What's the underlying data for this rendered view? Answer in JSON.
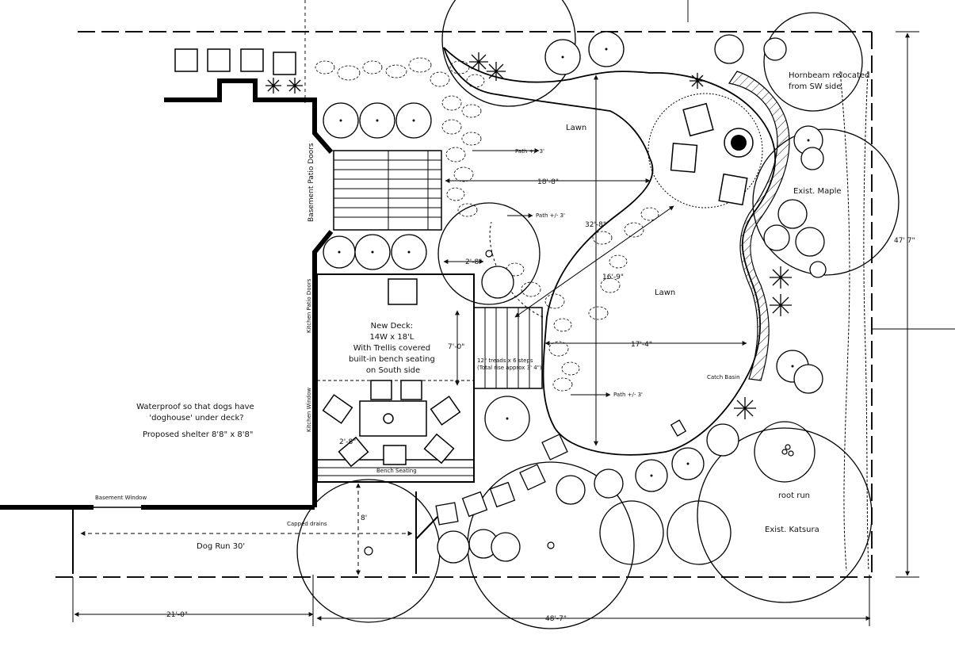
{
  "labels": {
    "lawn_upper": "Lawn",
    "lawn_lower": "Lawn",
    "basement_patio_doors": "Basement Patio Doors",
    "new_deck": [
      "New Deck:",
      "14W x 18'L",
      "With Trellis covered",
      "built-in bench seating",
      "on South side"
    ],
    "stair_note": [
      "12\" treads x 6 steps",
      "(Total rise approx 3' 4\")"
    ],
    "path_top": "Path +/- 3'",
    "path_mid": "Path +/- 3'",
    "path_bottom": "Path +/- 3'",
    "waterproof_note": [
      "Waterproof so that dogs have",
      "'doghouse' under deck?"
    ],
    "proposed_shelter": "Proposed  shelter 8'8\" x 8'8\"",
    "basement_window": "Basement Window",
    "capped_drains": "Capped drains",
    "dog_run": "Dog Run 30'",
    "bench_seating": "Bench Seating",
    "catch_basin": "Catch Basin",
    "hornbeam": [
      "Hornbeam relocated",
      "from SW side"
    ],
    "exist_maple": "Exist. Maple",
    "root_run": "root run",
    "exist_katsura": "Exist. Katsura",
    "kitchen_patio_doors": "Kitchen Patio Doors",
    "kitchen_window": "Kitchen Window"
  },
  "dimensions": {
    "width_18_8": "18'-8\"",
    "depth_32_8": "32'-8\"",
    "diag_16_9": "16'-9\"",
    "width_17_4": "17'-4\"",
    "overall_47_7": "47' 7\"",
    "bottom_21_0": "21'-0\"",
    "bottom_48_7": "48'-7\"",
    "deck_7_0": "7'-0\"",
    "two_8_upper": "2'-8\"",
    "two_8_lower": "2'-8\"",
    "eight": "8'"
  }
}
